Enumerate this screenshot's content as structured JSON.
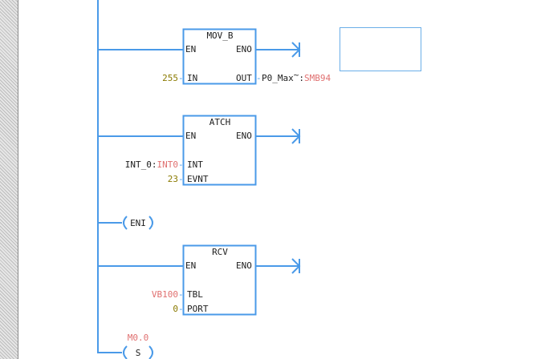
{
  "network": {
    "mov_b": {
      "title": "MOV_B",
      "en": "EN",
      "eno": "ENO",
      "in_pin": "IN",
      "out_pin": "OUT",
      "in_value": "255",
      "out_symbol": "P0_Max",
      "out_tilde": "~",
      "out_colon": ":",
      "out_address": "SMB94"
    },
    "atch": {
      "title": "ATCH",
      "en": "EN",
      "eno": "ENO",
      "int_pin": "INT",
      "evnt_pin": "EVNT",
      "int_symbol": "INT_0",
      "int_colon": ":",
      "int_address": "INT0",
      "evnt_value": "23"
    },
    "eni": {
      "label": "ENI"
    },
    "rcv": {
      "title": "RCV",
      "en": "EN",
      "eno": "ENO",
      "tbl_pin": "TBL",
      "port_pin": "PORT",
      "tbl_value": "VB100",
      "port_value": "0"
    },
    "set_coil": {
      "operand": "M0.0",
      "label": "S"
    }
  },
  "colors": {
    "wire": "#4a9ae8",
    "operand_address": "#e07070",
    "constant": "#8a7a00",
    "text": "#202020"
  }
}
